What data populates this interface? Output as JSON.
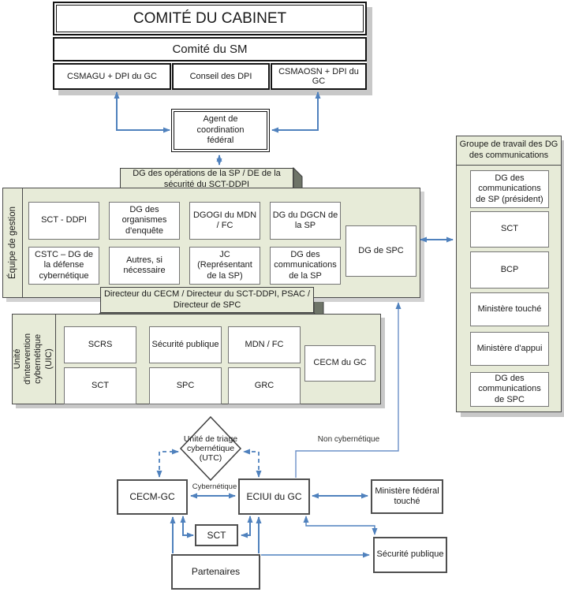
{
  "top": {
    "cabinet": "COMITÉ DU CABINET",
    "sm_committee": "Comité du SM",
    "row": [
      "CSMAGU + DPI du GC",
      "Conseil des DPI",
      "CSMAOSN + DPI du GC"
    ],
    "coordinator": "Agent de coordination fédéral"
  },
  "bands": {
    "operations": "DG des opérations de la SP / DE de la sécurité du SCT-DDPI",
    "directors": "Directeur du CECM / Directeur du SCT-DDPI, PSAC / Directeur de SPC"
  },
  "management": {
    "label": "Équipe de gestion",
    "row1": [
      "SCT - DDPI",
      "DG des organismes d'enquête",
      "DGOGI du MDN / FC",
      "DG du DGCN de la SP"
    ],
    "row2": [
      "CSTC – DG de la défense cybernétique",
      "Autres, si nécessaire",
      "JC (Représentant de la SP)",
      "DG des communications de la SP"
    ],
    "side": "DG de SPC"
  },
  "uic": {
    "label": "Unité d'intervention cybernétique (UIC)",
    "row1": [
      "SCRS",
      "Sécurité publique",
      "MDN / FC"
    ],
    "row2": [
      "SCT",
      "SPC",
      "GRC"
    ],
    "side": "CECM du GC"
  },
  "workgroup": {
    "title": "Groupe de travail des DG des communications",
    "items": [
      "DG des communications de SP (président)",
      "SCT",
      "BCP",
      "Ministère touché",
      "Ministère d'appui",
      "DG des communications de SPC"
    ]
  },
  "triage": {
    "diamond": "Unité de triage cybernétique (UTC)"
  },
  "bottom": {
    "cecm": "CECM-GC",
    "eciui": "ECIUI du GC",
    "sct": "SCT",
    "partners": "Partenaires",
    "ministry": "Ministère fédéral touché",
    "public_safety": "Sécurité publique"
  },
  "flow_labels": {
    "cyber": "Cybernétique",
    "non_cyber": "Non cybernétique"
  },
  "colors": {
    "container_green": "#e7ebd8",
    "arrow_blue": "#4f81bd",
    "shadow_gray": "#c8c8c8",
    "bevel_dark": "#80867a"
  }
}
